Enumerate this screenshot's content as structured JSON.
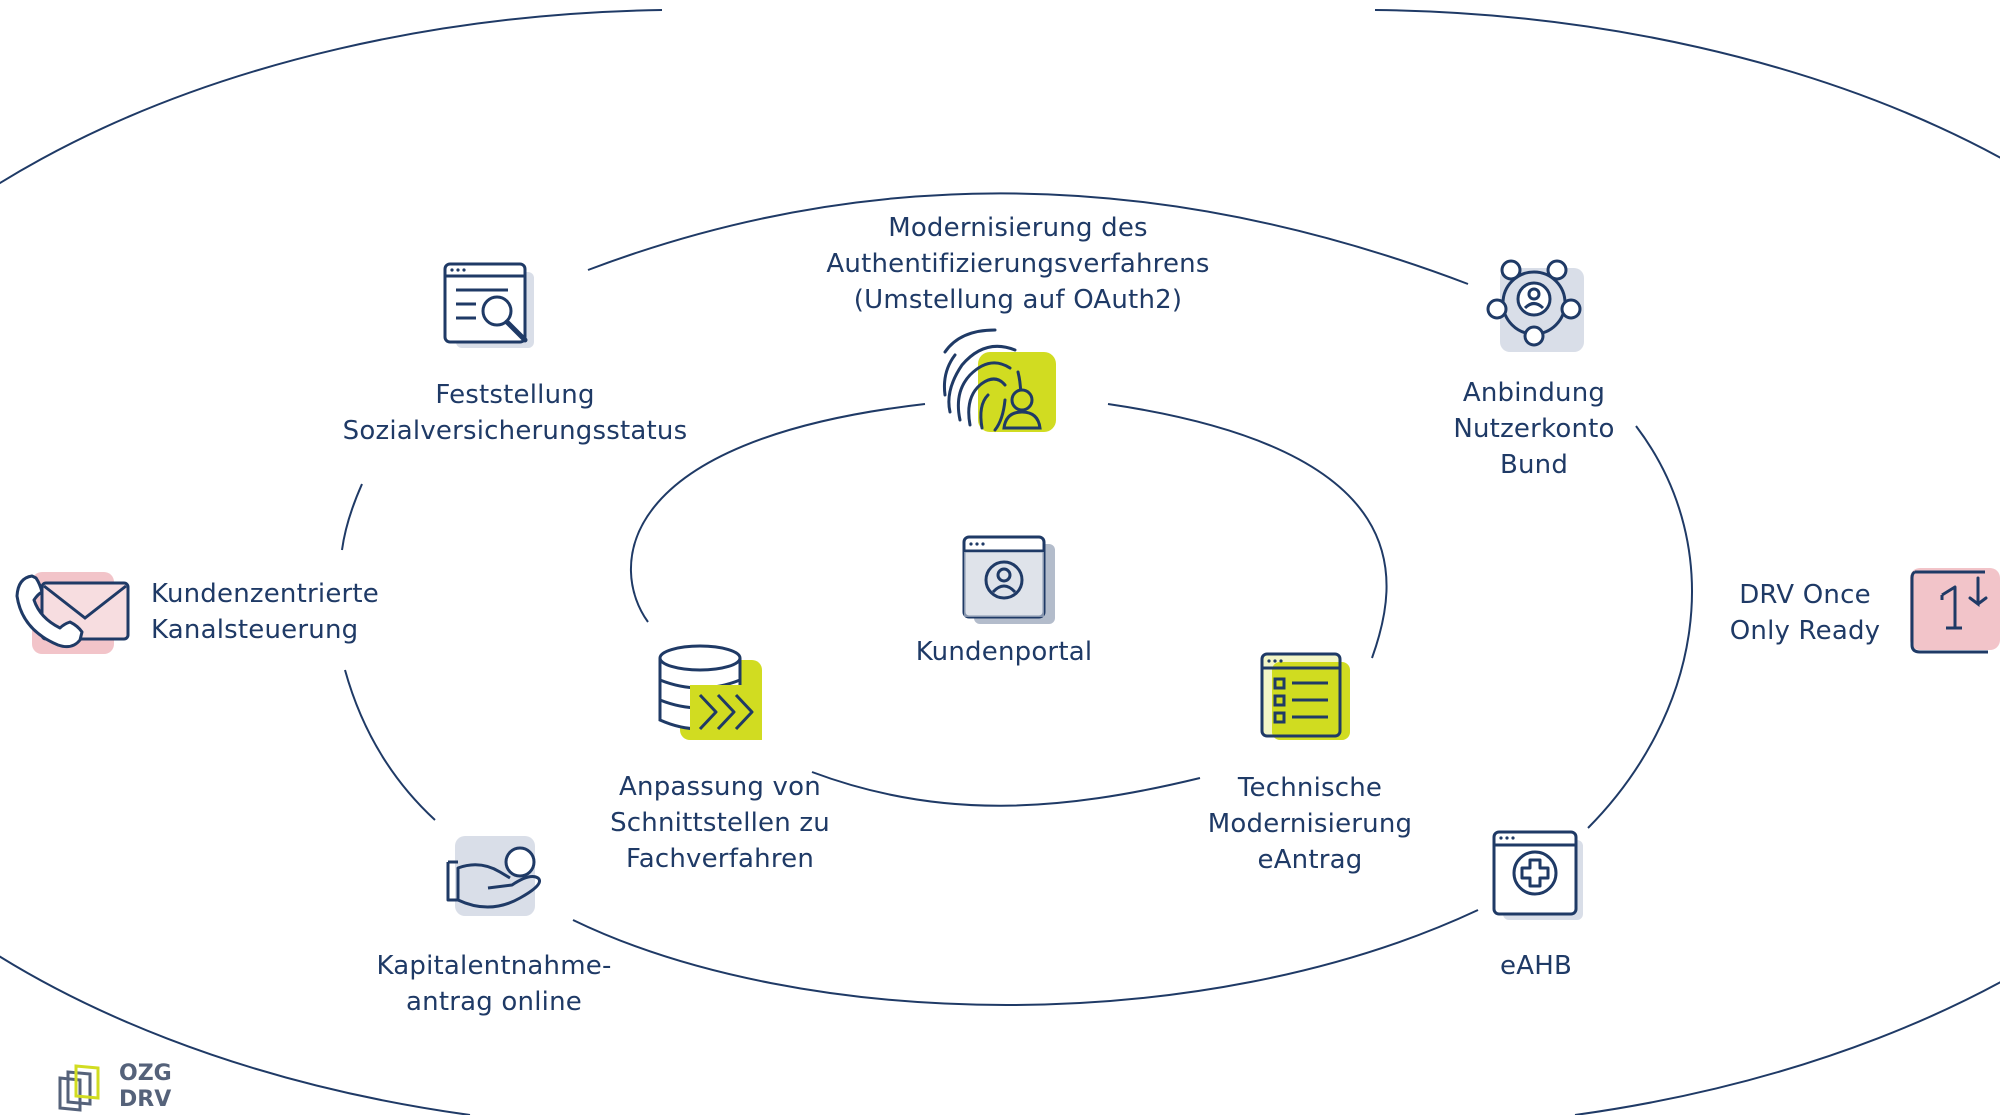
{
  "colors": {
    "line": "#1f3a66",
    "accent_lime": "#d1dc21",
    "accent_pink": "#f2c4c9",
    "accent_gray": "#d9dee8"
  },
  "center": {
    "label": "Kundenportal",
    "icon": "browser-user-icon"
  },
  "inner_ring": [
    {
      "id": "oauth",
      "lines": [
        "Modernisierung des",
        "Authentifizierungsverfahrens",
        "(Umstellung auf OAuth2)"
      ],
      "icon": "fingerprint-user-icon"
    },
    {
      "id": "schnittstellen",
      "lines": [
        "Anpassung von",
        "Schnittstellen zu",
        "Fachverfahren"
      ],
      "icon": "database-forward-icon"
    },
    {
      "id": "eantrag",
      "lines": [
        "Technische",
        "Modernisierung",
        "eAntrag"
      ],
      "icon": "browser-checklist-icon"
    }
  ],
  "middle_ring": [
    {
      "id": "feststellung",
      "lines": [
        "Feststellung",
        "Sozialversicherungsstatus"
      ],
      "icon": "browser-search-icon"
    },
    {
      "id": "nutzerkonto",
      "lines": [
        "Anbindung",
        "Nutzerkonto",
        "Bund"
      ],
      "icon": "network-user-icon"
    },
    {
      "id": "kapital",
      "lines": [
        "Kapitalentnahme-",
        "antrag online"
      ],
      "icon": "hand-coin-icon"
    },
    {
      "id": "eahb",
      "lines": [
        "eAHB"
      ],
      "icon": "browser-medical-icon"
    }
  ],
  "outer_ring": [
    {
      "id": "kanal",
      "lines": [
        "Kundenzentrierte",
        "Kanalsteuerung"
      ],
      "icon": "phone-mail-icon"
    },
    {
      "id": "onceonly",
      "lines": [
        "DRV Once",
        "Only Ready"
      ],
      "icon": "calendar-one-icon"
    }
  ],
  "logo": {
    "lines": [
      "OZG",
      "DRV"
    ],
    "icon": "ozg-drv-logo-icon"
  }
}
